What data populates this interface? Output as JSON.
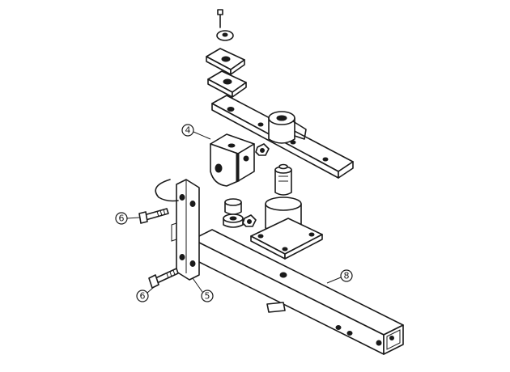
{
  "diagram": {
    "callouts": [
      {
        "id": "callout-4",
        "label": "4"
      },
      {
        "id": "callout-6a",
        "label": "6"
      },
      {
        "id": "callout-6b",
        "label": "6"
      },
      {
        "id": "callout-5",
        "label": "5"
      },
      {
        "id": "callout-8",
        "label": "8"
      }
    ]
  },
  "colors": {
    "line": "#1a1a1a",
    "background": "#ffffff"
  }
}
